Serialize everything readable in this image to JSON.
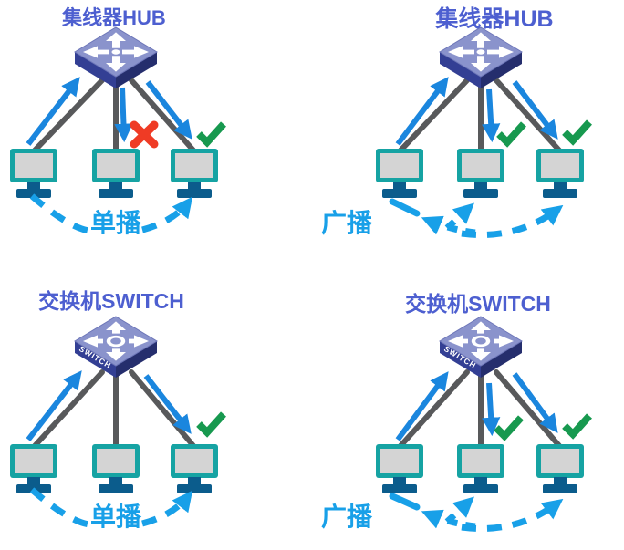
{
  "figure": {
    "description_labels": {
      "hub_title": "集线器HUB",
      "switch_title": "交换机SWITCH",
      "unicast_label": "单播",
      "broadcast_label": "广播"
    }
  },
  "device_face_label": "SWITCH",
  "quadrants": [
    {
      "id": "hub-unicast",
      "device": "hub",
      "title": "集线器HUB",
      "mode_label": "单播",
      "results": [
        "source",
        "rejected",
        "accepted"
      ]
    },
    {
      "id": "hub-broadcast",
      "device": "hub",
      "title": "集线器HUB",
      "mode_label": "广播",
      "results": [
        "source",
        "accepted",
        "accepted"
      ]
    },
    {
      "id": "switch-unicast",
      "device": "switch",
      "title": "交换机SWITCH",
      "mode_label": "单播",
      "results": [
        "source",
        "none",
        "accepted"
      ]
    },
    {
      "id": "switch-broadcast",
      "device": "switch",
      "title": "交换机SWITCH",
      "mode_label": "广播",
      "results": [
        "source",
        "accepted",
        "accepted"
      ]
    }
  ],
  "colors": {
    "title": "#4d5fd0",
    "arrow_blue": "#1a86de",
    "dash_blue": "#18a0e8",
    "label_blue": "#18a0e8",
    "cable_gray": "#58595b",
    "check_green": "#17994f",
    "cross_red": "#ef3b25",
    "monitor_teal": "#16a3a3",
    "monitor_screen": "#d4d4d4",
    "stand_blue": "#0b5c8c",
    "device_top": "#8a93cc",
    "device_top_edge": "#6d76b8",
    "device_left": "#333f94",
    "device_right": "#252e6d",
    "device_glyph": "#ffffff"
  }
}
